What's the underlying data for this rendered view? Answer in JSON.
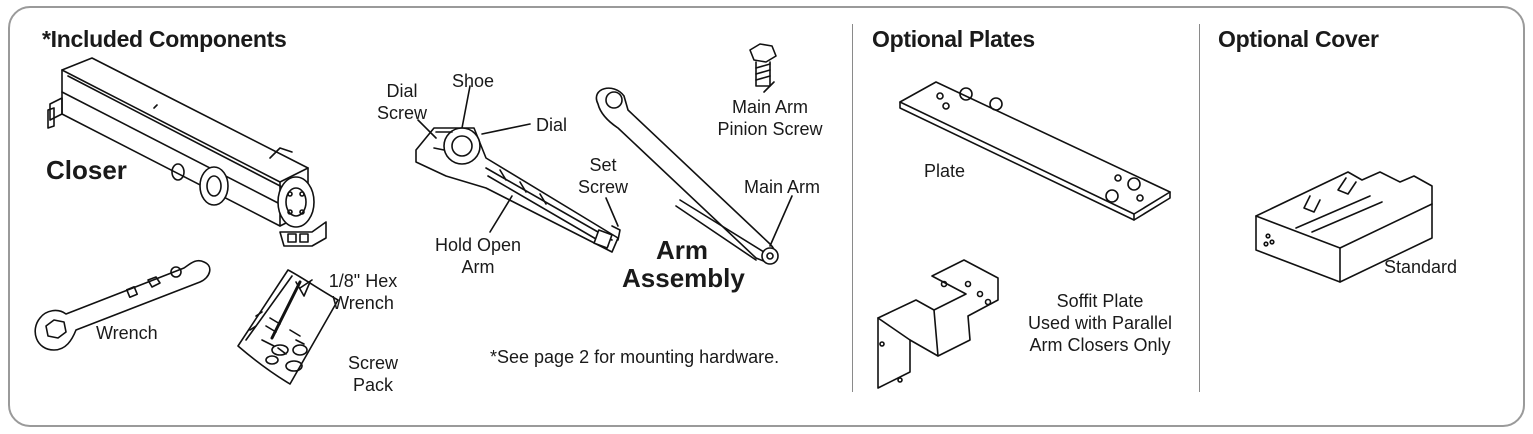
{
  "sections": {
    "included": {
      "title": "*Included Components",
      "labels": {
        "closer": "Closer",
        "dial_screw_1": "Dial",
        "dial_screw_2": "Screw",
        "shoe": "Shoe",
        "dial": "Dial",
        "set_screw_1": "Set",
        "set_screw_2": "Screw",
        "hold_open_1": "Hold Open",
        "hold_open_2": "Arm",
        "arm_assembly_1": "Arm",
        "arm_assembly_2": "Assembly",
        "pinion_1": "Main Arm",
        "pinion_2": "Pinion Screw",
        "main_arm": "Main Arm",
        "wrench": "Wrench",
        "hex_1": "1/8\" Hex",
        "hex_2": "Wrench",
        "screw_pack_1": "Screw",
        "screw_pack_2": "Pack",
        "note": "*See page 2 for mounting hardware."
      }
    },
    "plates": {
      "title": "Optional Plates",
      "labels": {
        "plate": "Plate",
        "soffit_1": "Soffit Plate",
        "soffit_2": "Used with Parallel",
        "soffit_3": "Arm Closers Only"
      }
    },
    "cover": {
      "title": "Optional Cover",
      "labels": {
        "standard": "Standard"
      }
    }
  },
  "icons": [
    "closer-drawing",
    "arm-drawing",
    "screw-drawing",
    "wrench-drawing",
    "screw-pack-drawing",
    "plate-drawing",
    "soffit-plate-drawing",
    "cover-drawing"
  ]
}
